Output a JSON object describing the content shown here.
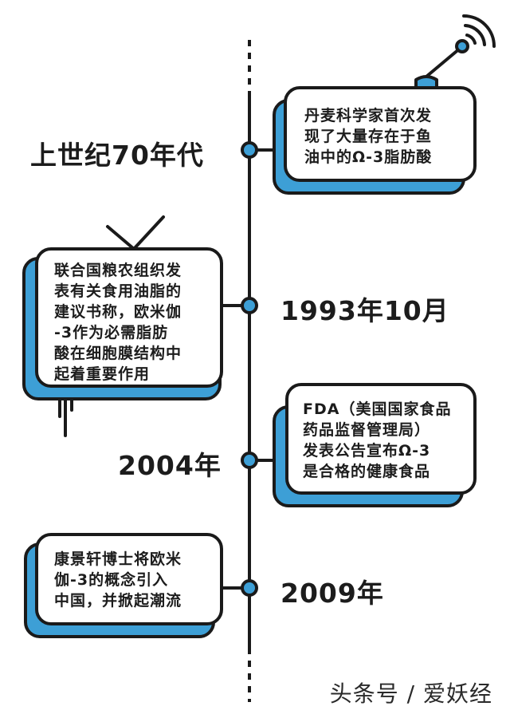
{
  "colors": {
    "accent_blue": "#3d9fd6",
    "line_dark": "#1a1a1a",
    "background": "#ffffff"
  },
  "timeline": {
    "events": [
      {
        "date": "上世纪70年代",
        "lines": [
          "丹麦科学家首次发",
          "现了大量存在于鱼",
          "油中的Ω-3脂肪酸"
        ]
      },
      {
        "date": "1993年10月",
        "lines": [
          "联合国粮农组织发",
          "表有关食用油脂的",
          "建议书称，欧米伽",
          "-3作为必需脂肪",
          "酸在细胞膜结构中",
          "起着重要作用"
        ]
      },
      {
        "date": "2004年",
        "lines": [
          "FDA（美国国家食品",
          "药品监督管理局）",
          "发表公告宣布Ω-3",
          "是合格的健康食品"
        ]
      },
      {
        "date": "2009年",
        "lines": [
          "康景轩博士将欧米",
          "伽-3的概念引入",
          "中国，并掀起潮流"
        ]
      }
    ]
  },
  "watermark": "头条号 / 爱妖经"
}
